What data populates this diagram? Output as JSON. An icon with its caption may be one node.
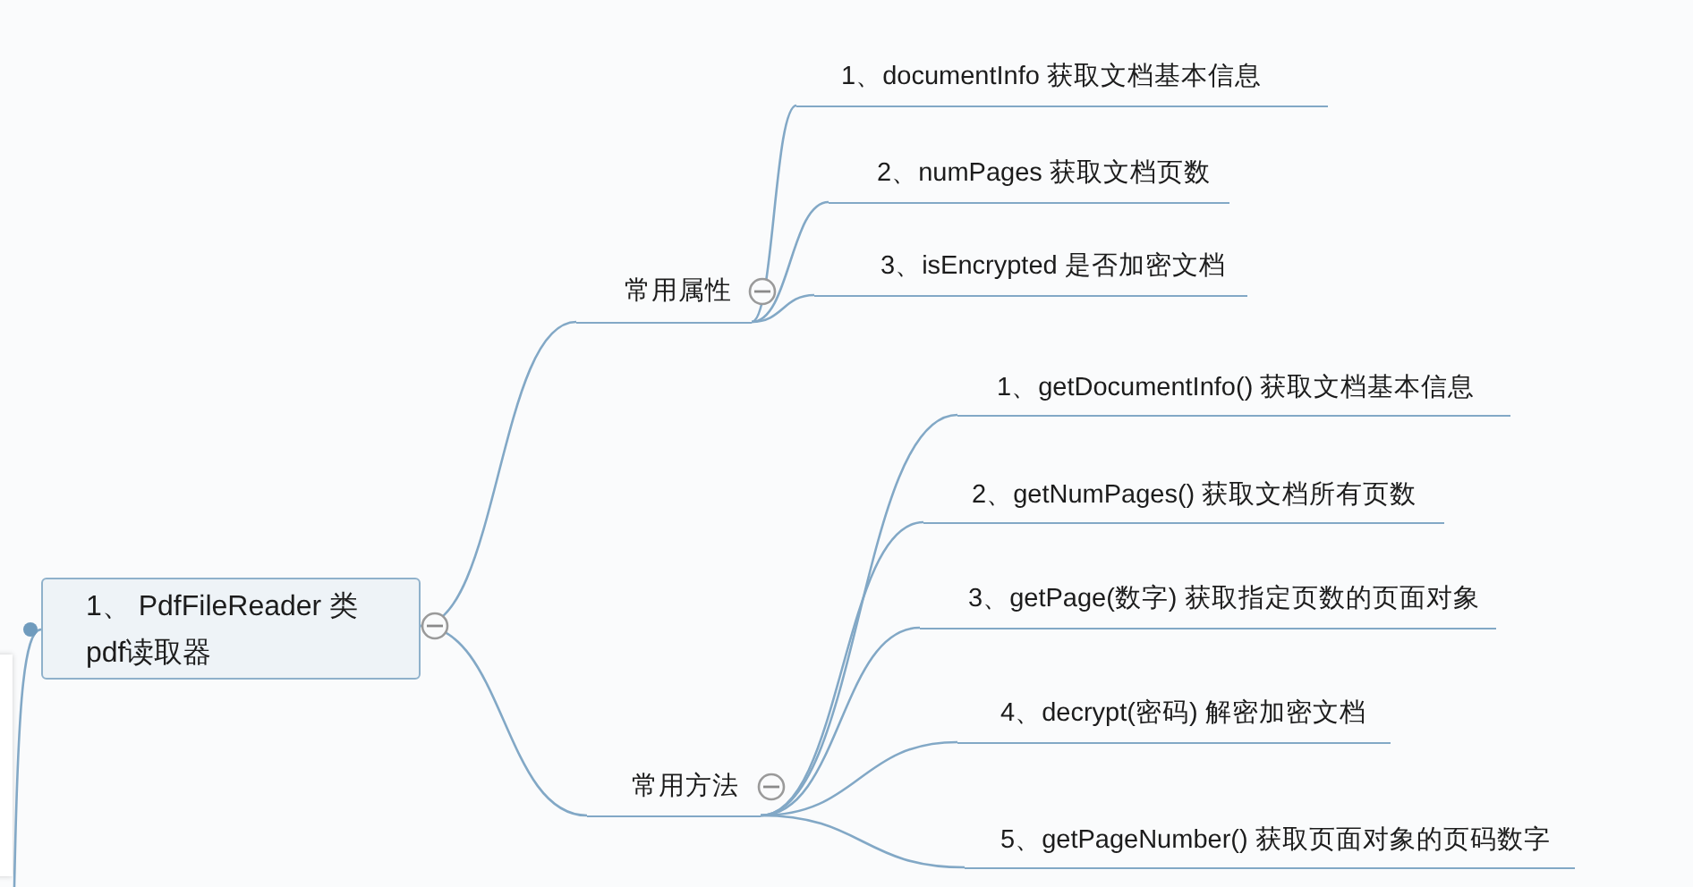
{
  "diagram": {
    "nodes": [
      {
        "text": [
          "1、 PdfFileReader 类 pdf读取器"
        ]
      },
      {
        "text": [
          "常用属性"
        ]
      },
      {
        "text": [
          "1、documentInfo 获取文档基本信息"
        ]
      },
      {
        "text": [
          "2、numPages 获取文档页数"
        ]
      },
      {
        "text": [
          "3、isEncrypted 是否加密文档"
        ]
      },
      {
        "text": [
          "常用方法"
        ]
      },
      {
        "text": [
          "1、getDocumentInfo() 获取文档基本信息"
        ]
      },
      {
        "text": [
          "2、getNumPages() 获取文档所有页数"
        ]
      },
      {
        "text": [
          "3、getPage(数字) 获取指定页数的页面对象"
        ]
      },
      {
        "text": [
          "4、decrypt(密码) 解密加密文档"
        ]
      },
      {
        "text": [
          "5、getPageNumber() 获取页面对象的页码数字"
        ]
      }
    ],
    "edges": [
      {
        "from": null,
        "to": 0,
        "arrow": "other"
      },
      {
        "from": 0,
        "to": 1,
        "arrow": "none"
      },
      {
        "from": 1,
        "to": 2,
        "arrow": "none"
      },
      {
        "from": 1,
        "to": 3,
        "arrow": "none"
      },
      {
        "from": 1,
        "to": 4,
        "arrow": "none"
      },
      {
        "from": 0,
        "to": 5,
        "arrow": "none"
      },
      {
        "from": 5,
        "to": 6,
        "arrow": "none"
      },
      {
        "from": 5,
        "to": 7,
        "arrow": "none"
      },
      {
        "from": 5,
        "to": 8,
        "arrow": "none"
      },
      {
        "from": 5,
        "to": 9,
        "arrow": "none"
      },
      {
        "from": 5,
        "to": 10,
        "arrow": "none"
      }
    ]
  }
}
